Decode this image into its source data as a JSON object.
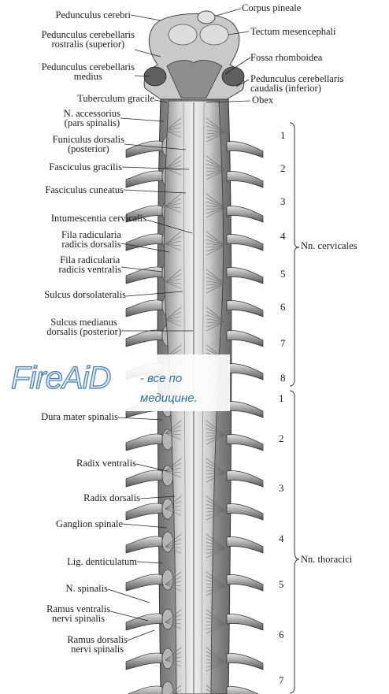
{
  "labels_left": [
    [
      "Pedunculus cerebri"
    ],
    [
      "Pedunculus cerebellaris",
      "rostralis (superior)"
    ],
    [
      "Pedunculus cerebellaris",
      "medius"
    ],
    [
      "Tuberculum gracile"
    ],
    [
      "N. accessorius",
      "(pars spinalis)"
    ],
    [
      "Funiculus dorsalis",
      "(posterior)"
    ],
    [
      "Fasciculus gracilis"
    ],
    [
      "Fasciculus cuneatus"
    ],
    [
      "Intumescentia cervicalis"
    ],
    [
      "Fila radicularia",
      "radicis dorsalis"
    ],
    [
      "Fila radicularia",
      "radicis ventralis"
    ],
    [
      "Sulcus dorsolateralis"
    ],
    [
      "Sulcus medianus",
      "dorsalis (posterior)"
    ],
    [
      "Dura mater spinalis"
    ],
    [
      "Radix ventralis"
    ],
    [
      "Radix dorsalis"
    ],
    [
      "Ganglion spinale"
    ],
    [
      "Lig. denticulatum"
    ],
    [
      "N. spinalis"
    ],
    [
      "Ramus ventralis",
      "nervi spinalis"
    ],
    [
      "Ramus dorsalis",
      "nervi spinalis"
    ]
  ],
  "labels_right": [
    [
      "Corpus pineale"
    ],
    [
      "Tectum mesencephali"
    ],
    [
      "Fossa rhomboidea"
    ],
    [
      "Pedunculus cerebellaris",
      "caudalis (inferior)"
    ],
    [
      "Obex"
    ]
  ],
  "cervical_numbers": [
    "1",
    "2",
    "3",
    "4",
    "5",
    "6",
    "7",
    "8"
  ],
  "thoracic_numbers": [
    "1",
    "2",
    "3",
    "4",
    "5",
    "6",
    "7"
  ],
  "group_cervical": "Nn. cervicales",
  "group_thoracic": "Nn. thoracici",
  "watermark": {
    "logo": "FireAiD",
    "line1": "- все по",
    "line2": "медицине."
  }
}
